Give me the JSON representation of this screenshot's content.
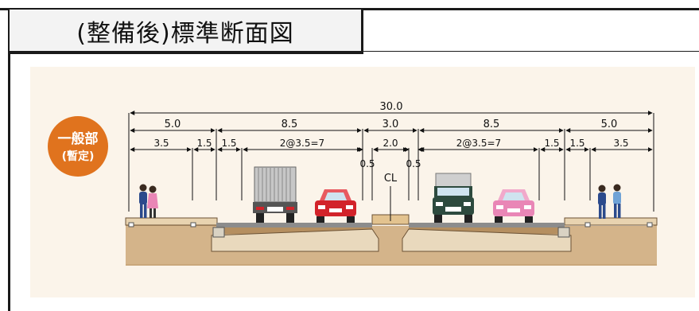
{
  "title": "(整備後)標準断面図",
  "badge": {
    "line1": "一般部",
    "line2": "(暫定)",
    "color": "#e0731e"
  },
  "dimensions": {
    "total": "30.0",
    "sections": [
      "5.0",
      "8.5",
      "3.0",
      "8.5",
      "5.0"
    ],
    "sub_left": [
      "3.5",
      "1.5",
      "1.5",
      "2@3.5=7"
    ],
    "median": [
      "0.5",
      "2.0",
      "0.5"
    ],
    "sub_right": [
      "2@3.5=7",
      "1.5",
      "1.5",
      "3.5"
    ]
  },
  "centerline_label": "CL",
  "colors": {
    "ground": "#c9a77c",
    "road": "#8c8c8c",
    "panel": "#fbf4ea",
    "car_red": "#d2232a",
    "car_pink": "#e986b6",
    "truck_green": "#2d4a3e"
  }
}
